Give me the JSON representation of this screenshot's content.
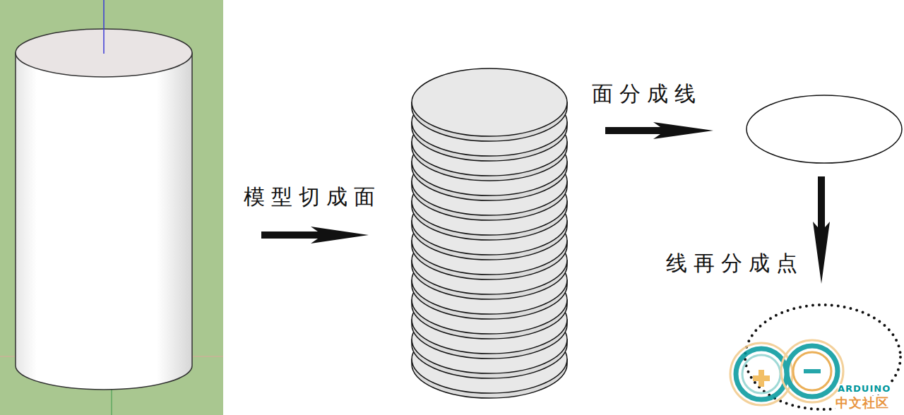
{
  "diagram": {
    "labels": [
      "模型切成面",
      "面分成线",
      "线再分成点",
      "ARDUINO",
      "中文社区"
    ]
  }
}
